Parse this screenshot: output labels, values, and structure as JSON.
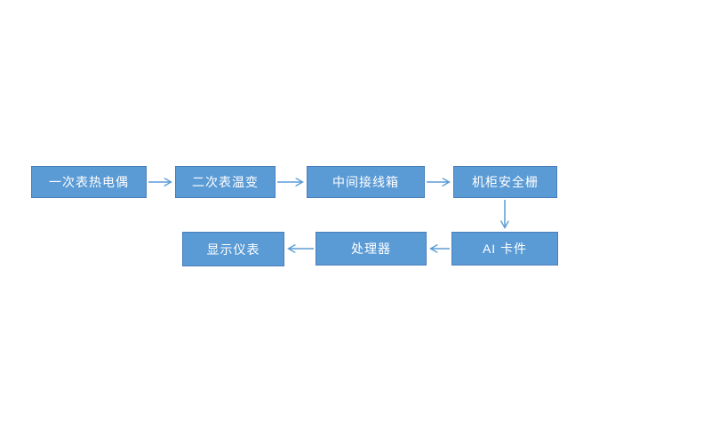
{
  "diagram": {
    "type": "flowchart",
    "background": "#ffffff",
    "colors": {
      "node_fill": "#5b9bd5",
      "node_border": "#4a7ebb",
      "node_text": "#ffffff",
      "arrow": "#5b9bd5"
    },
    "nodes": [
      {
        "id": "primary-thermocouple",
        "label": "一次表热电偶"
      },
      {
        "id": "secondary-transmitter",
        "label": "二次表温变"
      },
      {
        "id": "junction-box",
        "label": "中间接线箱"
      },
      {
        "id": "cabinet-safety-barrier",
        "label": "机柜安全栅"
      },
      {
        "id": "display-instrument",
        "label": "显示仪表"
      },
      {
        "id": "processor",
        "label": "处理器"
      },
      {
        "id": "ai-card",
        "label": "AI 卡件"
      }
    ],
    "edges": [
      {
        "from": "一次表热电偶",
        "to": "二次表温变",
        "direction": "right"
      },
      {
        "from": "二次表温变",
        "to": "中间接线箱",
        "direction": "right"
      },
      {
        "from": "中间接线箱",
        "to": "机柜安全栅",
        "direction": "right"
      },
      {
        "from": "机柜安全栅",
        "to": "AI 卡件",
        "direction": "down"
      },
      {
        "from": "AI 卡件",
        "to": "处理器",
        "direction": "left"
      },
      {
        "from": "处理器",
        "to": "显示仪表",
        "direction": "left"
      }
    ]
  }
}
